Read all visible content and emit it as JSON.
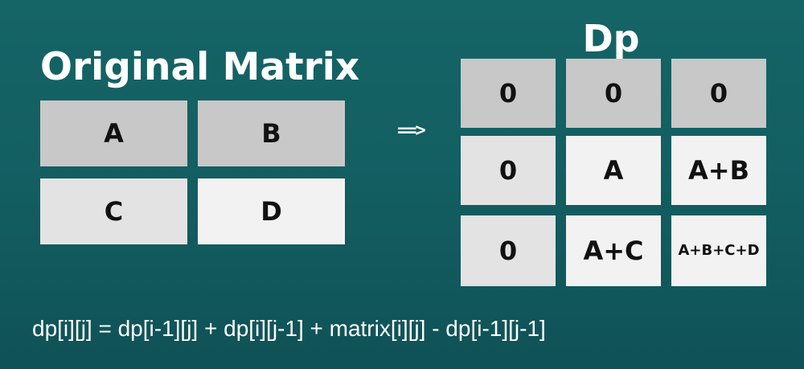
{
  "original": {
    "title": "Original Matrix",
    "cells": [
      [
        "A",
        "B"
      ],
      [
        "C",
        "D"
      ]
    ]
  },
  "arrow": "==>",
  "dp": {
    "title": "Dp",
    "cells": [
      [
        "0",
        "0",
        "0"
      ],
      [
        "0",
        "A",
        "A+B"
      ],
      [
        "0",
        "A+C",
        "A+B+C+D"
      ]
    ]
  },
  "formula": "dp[i][j] = dp[i-1][j] + dp[i][j-1] + matrix[i][j] - dp[i-1][j-1]"
}
